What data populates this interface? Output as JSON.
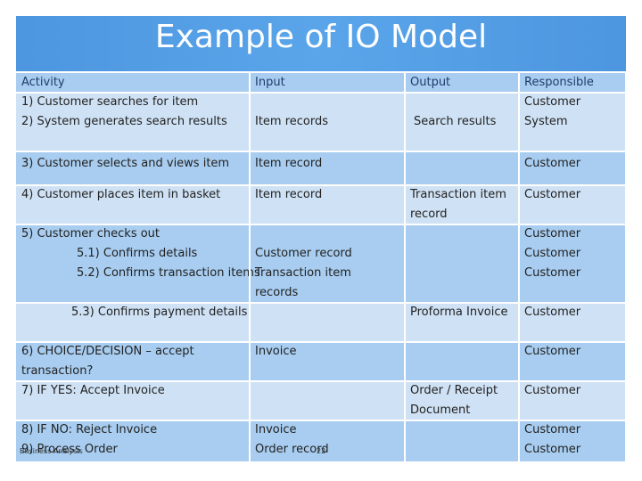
{
  "slide": {
    "title": "Example of IO Model",
    "footer_left": "Business Analysis",
    "page_number": "22"
  },
  "table": {
    "headers": [
      "Activity",
      "Input",
      "Output",
      "Responsible"
    ],
    "rows": [
      {
        "activity": "1) Customer searches for item",
        "input": "",
        "output": "",
        "responsible": "Customer"
      },
      {
        "activity": "2) System generates search results",
        "input": "Item records",
        "output": "Search results",
        "responsible": "System"
      },
      {
        "activity": "3) Customer selects and views item",
        "input": "Item record",
        "output": "",
        "responsible": "Customer"
      },
      {
        "activity": "4) Customer places item in basket",
        "input": "Item record",
        "output": "Transaction item record",
        "responsible": "Customer"
      },
      {
        "activity": "5) Customer checks out",
        "input": "",
        "output": "",
        "responsible": "Customer"
      },
      {
        "activity": "5.1) Confirms details",
        "input": "Customer record",
        "output": "",
        "responsible": "Customer"
      },
      {
        "activity": "5.2) Confirms transaction items",
        "input": "Transaction item records",
        "output": "",
        "responsible": "Customer"
      },
      {
        "activity": "5.3) Confirms payment details",
        "input": "",
        "output": "Proforma Invoice",
        "responsible": "Customer"
      },
      {
        "activity": "6) CHOICE/DECISION – accept transaction?",
        "input": "Invoice",
        "output": "",
        "responsible": "Customer"
      },
      {
        "activity": "7) IF YES: Accept Invoice",
        "input": "",
        "output": "Order / Receipt Document",
        "responsible": "Customer"
      },
      {
        "activity": "8) IF NO: Reject Invoice",
        "input": "Invoice",
        "output": "",
        "responsible": "Customer"
      },
      {
        "activity": "9) Process Order",
        "input": "Order record",
        "output": "",
        "responsible": "Customer"
      }
    ]
  },
  "colors": {
    "title_band": "#4d96e0",
    "band_light": "#cfe1f4",
    "band_mid": "#a8cdf0",
    "text": "#222222"
  }
}
